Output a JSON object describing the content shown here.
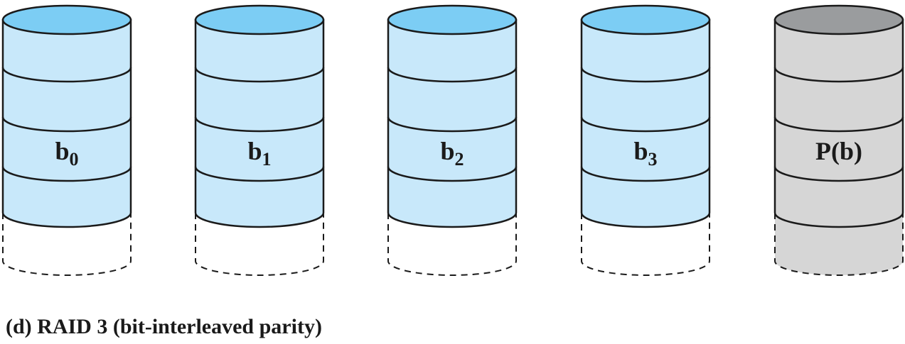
{
  "disks": [
    {
      "label": "b",
      "subscript": "0",
      "kind": "data"
    },
    {
      "label": "b",
      "subscript": "1",
      "kind": "data"
    },
    {
      "label": "b",
      "subscript": "2",
      "kind": "data"
    },
    {
      "label": "b",
      "subscript": "3",
      "kind": "data"
    },
    {
      "label": "P(b)",
      "subscript": "",
      "kind": "parity"
    }
  ],
  "caption": "(d) RAID 3 (bit-interleaved parity)",
  "colors": {
    "data_body": "#c8e8fa",
    "data_top": "#7ccdf4",
    "parity_body": "#d6d6d6",
    "parity_top": "#9a9c9e",
    "stroke": "#1a1a1a"
  }
}
